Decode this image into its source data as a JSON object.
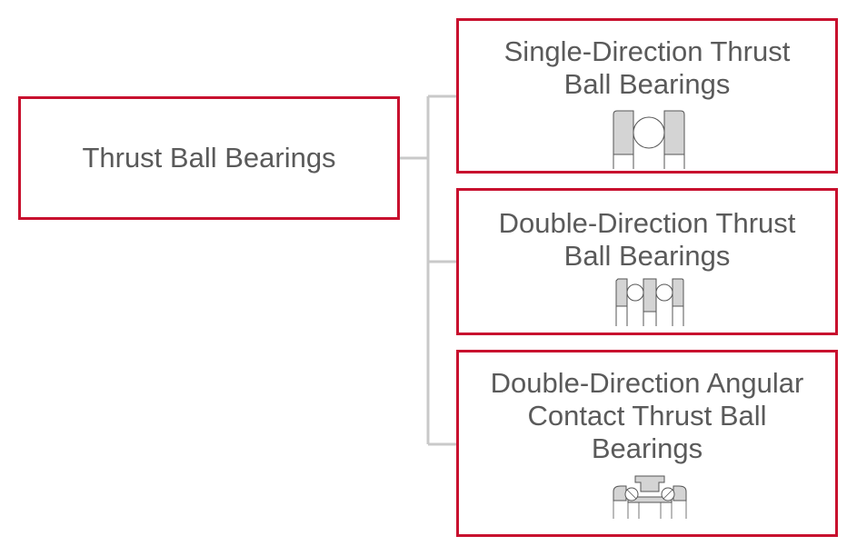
{
  "diagram": {
    "root": {
      "label": "Thrust Ball Bearings"
    },
    "children": [
      {
        "label_lines": [
          "Single-Direction Thrust",
          "Ball Bearings"
        ],
        "icon": "single-direction-thrust-bearing-icon"
      },
      {
        "label_lines": [
          "Double-Direction Thrust",
          "Ball Bearings"
        ],
        "icon": "double-direction-thrust-bearing-icon"
      },
      {
        "label_lines": [
          "Double-Direction Angular",
          "Contact Thrust Ball",
          "Bearings"
        ],
        "icon": "angular-contact-thrust-bearing-icon"
      }
    ],
    "colors": {
      "border": "#c8102e",
      "text": "#5a5a5a",
      "connector": "#c9c9c9",
      "fill": "#d4d4d4"
    }
  }
}
